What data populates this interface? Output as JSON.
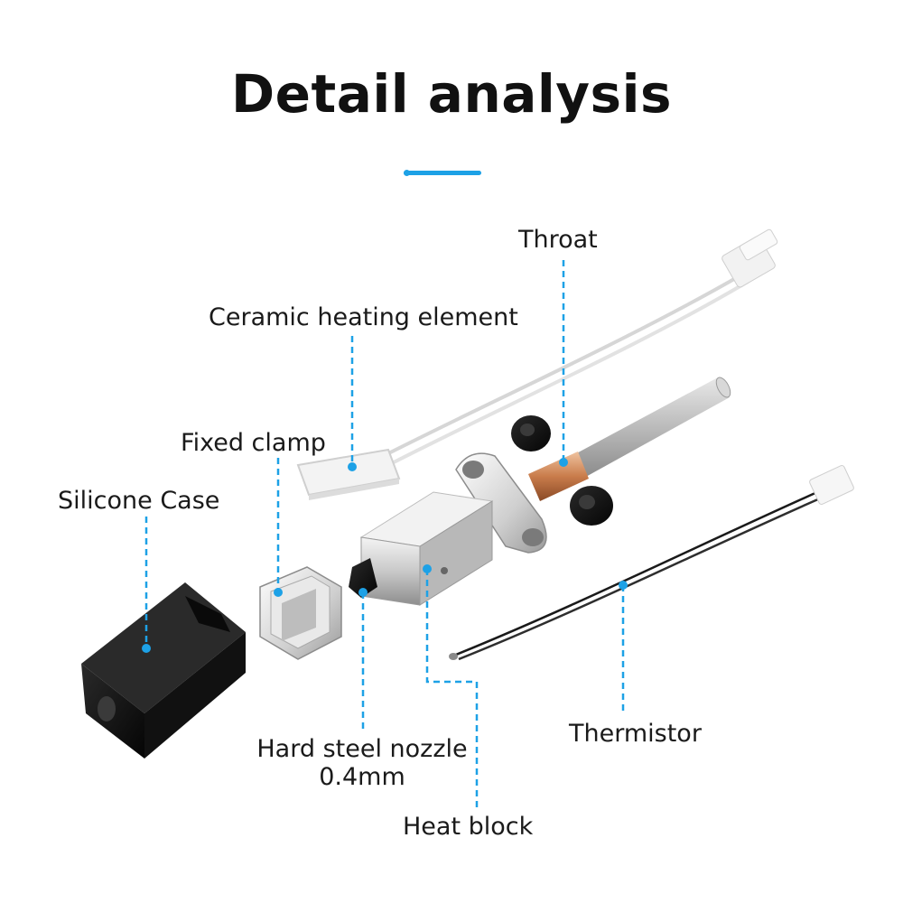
{
  "title": "Detail analysis",
  "accent_color": "#1da1e6",
  "labels": {
    "throat": "Throat",
    "ceramic": "Ceramic heating element",
    "clamp": "Fixed clamp",
    "silicone": "Silicone Case",
    "nozzle_line1": "Hard steel nozzle",
    "nozzle_line2": "0.4mm",
    "heat_block": "Heat block",
    "thermistor": "Thermistor"
  }
}
